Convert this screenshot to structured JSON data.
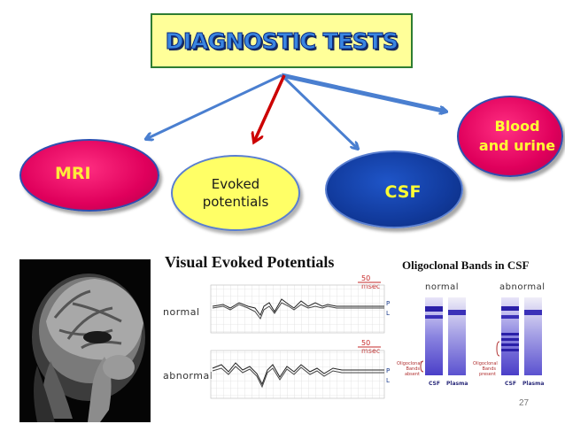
{
  "title": "DIAGNOSTIC TESTS",
  "tests": {
    "mri": "MRI",
    "evoked": [
      "Evoked",
      "potentials"
    ],
    "csf": "CSF",
    "blood": [
      "Blood",
      "and urine"
    ]
  },
  "vep": {
    "title": "Visual Evoked Potentials",
    "normal_label": "normal",
    "abnormal_label": "abnormal",
    "scale_label": "50 msec",
    "side_labels": [
      "P",
      "L"
    ]
  },
  "ocb": {
    "title": "Oligoclonal Bands in CSF",
    "normal_label": "normal",
    "abnormal_label": "abnormal",
    "lane_csf": "CSF",
    "lane_plasma": "Plasma",
    "note_absent": [
      "Oligoclonal",
      "Bands",
      "absent"
    ],
    "note_present": [
      "Oligoclonal",
      "Bands",
      "present"
    ]
  },
  "page_number": "27",
  "colors": {
    "title_bg": "#ffff99",
    "title_border": "#2e7d32",
    "arrow_blue": "#4a7fd0",
    "arrow_red": "#cc0000",
    "mri_fill": "#e0005c",
    "csf_fill": "#113a9c",
    "evoked_fill": "#ffff66",
    "blood_fill": "#e0005c"
  }
}
